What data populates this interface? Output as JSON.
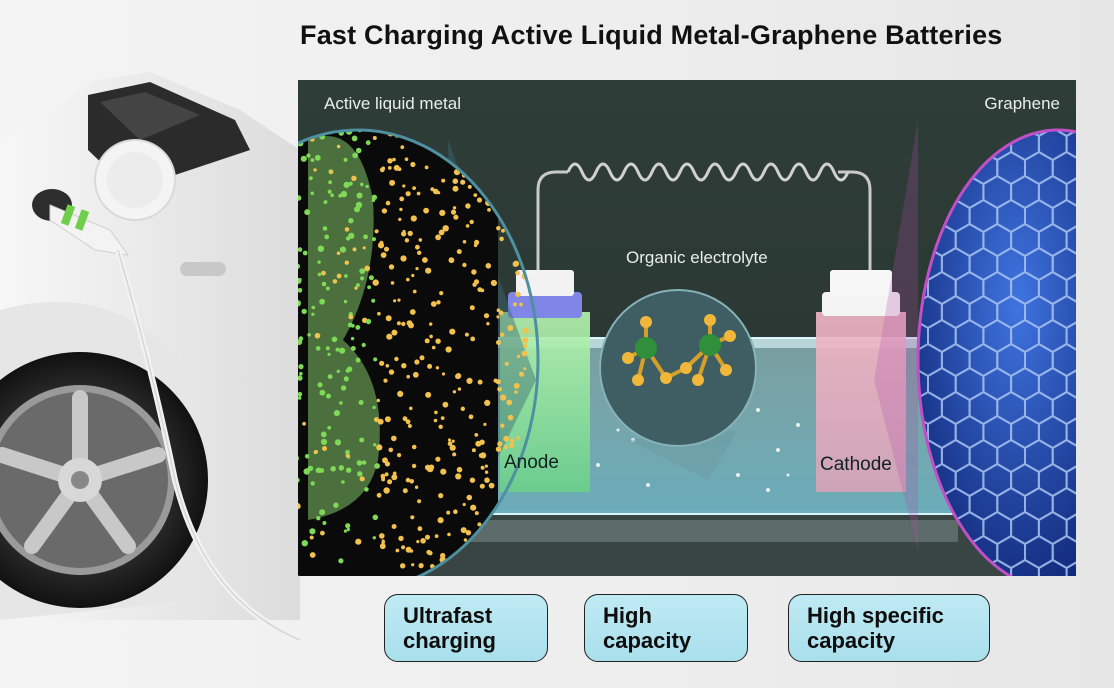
{
  "title": "Fast Charging Active Liquid Metal-Graphene Batteries",
  "labels": {
    "active_liquid_metal": "Active liquid metal",
    "graphene": "Graphene",
    "organic_electrolyte": "Organic electrolyte",
    "anode": "Anode",
    "cathode": "Cathode"
  },
  "badges": [
    {
      "text": "Ultrafast\ncharging"
    },
    {
      "text": "High\ncapacity"
    },
    {
      "text": "High specific\ncapacity"
    }
  ],
  "colors": {
    "scene_bg": "#2d3a36",
    "badge_fill": "#b3e3ef",
    "anode_cap": "#7f86e6",
    "cathode_body": "#e9a6b8",
    "liquid_metal_green": "#7ed957",
    "particle_yellow": "#f2c14e",
    "graphene_blue": "#2a4fc8",
    "magenta_outline": "#c050c8"
  }
}
